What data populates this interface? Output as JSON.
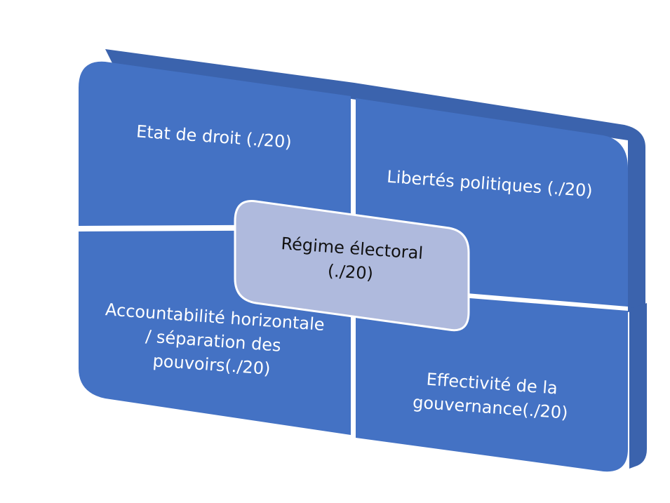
{
  "diagram": {
    "center": {
      "lines": [
        "Régime électoral",
        "(./20)"
      ]
    },
    "quadrants": [
      {
        "lines": [
          "Etat de droit (./20)"
        ]
      },
      {
        "lines": [
          "Libertés politiques (./20)"
        ]
      },
      {
        "lines": [
          "Accountabilité horizontale",
          "/ séparation des",
          "pouvoirs(./20)"
        ]
      },
      {
        "lines": [
          "Effectivité de la",
          "gouvernance(./20)"
        ]
      }
    ],
    "colors": {
      "quadrant": "#4472c4",
      "side": "#3b63ad",
      "center": "#afbadd",
      "divider": "#ffffff"
    }
  }
}
